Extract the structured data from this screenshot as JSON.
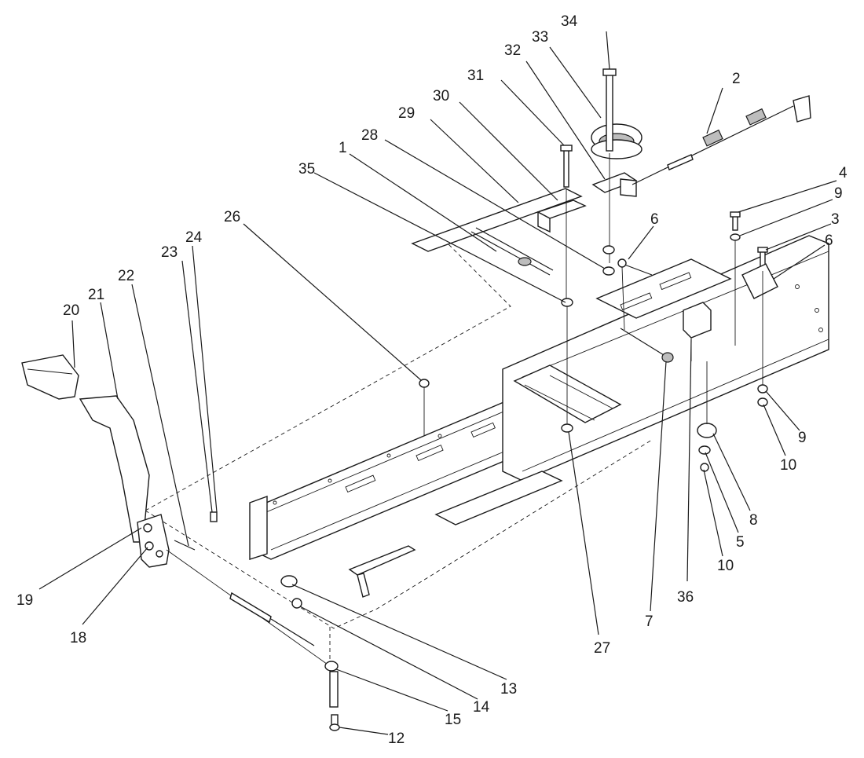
{
  "callouts": [
    {
      "id": "c34",
      "label": "34"
    },
    {
      "id": "c33",
      "label": "33"
    },
    {
      "id": "c32",
      "label": "32"
    },
    {
      "id": "c31",
      "label": "31"
    },
    {
      "id": "c2",
      "label": "2"
    },
    {
      "id": "c30",
      "label": "30"
    },
    {
      "id": "c29",
      "label": "29"
    },
    {
      "id": "c28",
      "label": "28"
    },
    {
      "id": "c1",
      "label": "1"
    },
    {
      "id": "c35",
      "label": "35"
    },
    {
      "id": "c4",
      "label": "4"
    },
    {
      "id": "c9a",
      "label": "9"
    },
    {
      "id": "c3",
      "label": "3"
    },
    {
      "id": "c6a",
      "label": "6"
    },
    {
      "id": "c6b",
      "label": "6"
    },
    {
      "id": "c26",
      "label": "26"
    },
    {
      "id": "c24",
      "label": "24"
    },
    {
      "id": "c23",
      "label": "23"
    },
    {
      "id": "c22",
      "label": "22"
    },
    {
      "id": "c21",
      "label": "21"
    },
    {
      "id": "c20",
      "label": "20"
    },
    {
      "id": "c9b",
      "label": "9"
    },
    {
      "id": "c10a",
      "label": "10"
    },
    {
      "id": "c8",
      "label": "8"
    },
    {
      "id": "c5",
      "label": "5"
    },
    {
      "id": "c10b",
      "label": "10"
    },
    {
      "id": "c36",
      "label": "36"
    },
    {
      "id": "c7",
      "label": "7"
    },
    {
      "id": "c27",
      "label": "27"
    },
    {
      "id": "c19",
      "label": "19"
    },
    {
      "id": "c18",
      "label": "18"
    },
    {
      "id": "c13",
      "label": "13"
    },
    {
      "id": "c14",
      "label": "14"
    },
    {
      "id": "c15",
      "label": "15"
    },
    {
      "id": "c12",
      "label": "12"
    }
  ]
}
